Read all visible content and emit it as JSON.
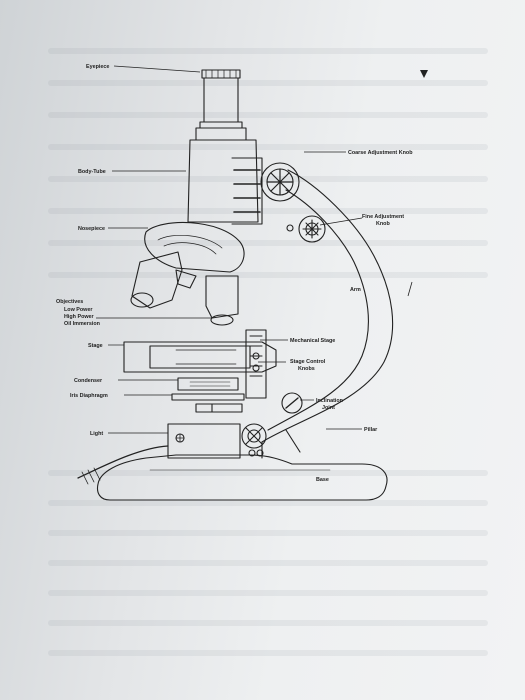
{
  "labels": {
    "eyepiece": "Eyepiece",
    "body_tube": "Body-Tube",
    "nosepiece": "Nosepiece",
    "objectives": "Objectives",
    "low_power": "Low Power",
    "high_power": "High Power",
    "oil_immersion": "Oil Immersion",
    "stage": "Stage",
    "condenser": "Condenser",
    "iris_diaphragm": "Iris Diaphragm",
    "light": "Light",
    "coarse_adjustment_knob": "Coarse Adjustment Knob",
    "fine_adjustment_line1": "Fine Adjustment",
    "fine_adjustment_line2": "Knob",
    "arm": "Arm",
    "mechanical_stage": "Mechanical Stage",
    "stage_control_line1": "Stage Control",
    "stage_control_line2": "Knobs",
    "inclination_line1": "Inclination",
    "inclination_line2": "Joint",
    "pillar": "Pillar",
    "base": "Base"
  },
  "colors": {
    "ink": "#222222",
    "paper": "#eef0f1"
  }
}
